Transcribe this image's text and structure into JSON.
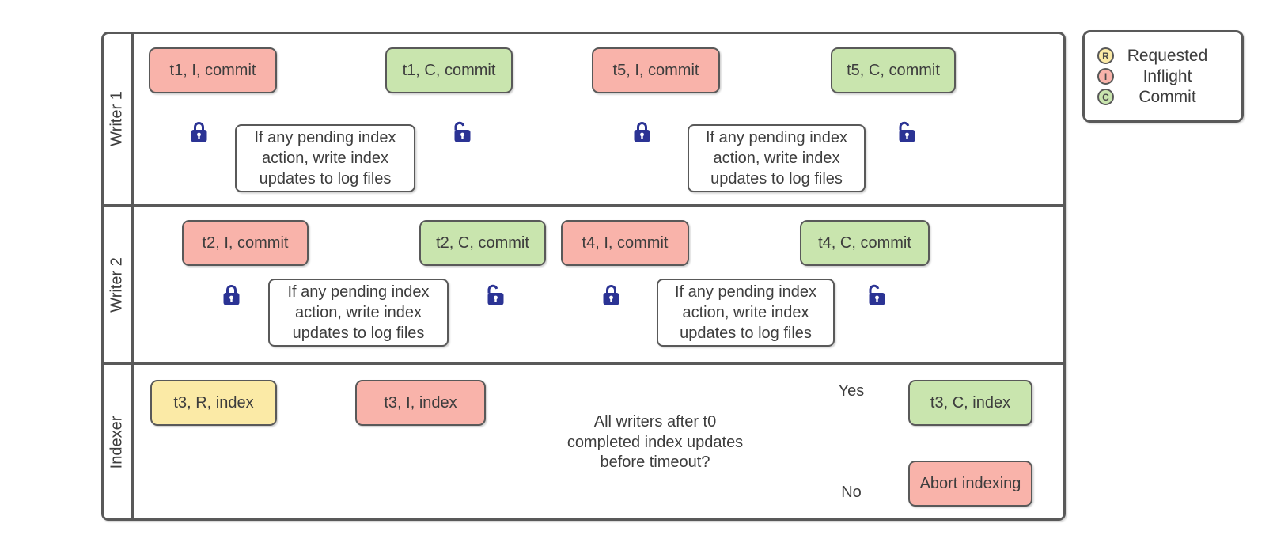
{
  "diagram": {
    "lanes": [
      {
        "label": "Writer 1"
      },
      {
        "label": "Writer 2"
      },
      {
        "label": "Indexer"
      }
    ],
    "nodes": {
      "t1_inflight": "t1, I, commit",
      "t1_commit": "t1, C, commit",
      "t5_inflight": "t5, I, commit",
      "t5_commit": "t5, C, commit",
      "t2_inflight": "t2, I, commit",
      "t2_commit": "t2, C, commit",
      "t4_inflight": "t4, I, commit",
      "t4_commit": "t4, C, commit",
      "t3_requested": "t3, R, index",
      "t3_inflight": "t3, I, index",
      "t3_commit": "t3, C, index",
      "abort": "Abort indexing"
    },
    "process_note": "If any pending index\naction, write index\nupdates to log files",
    "decision_question": "All writers after t0\ncompleted index updates\nbefore timeout?",
    "branch_yes": "Yes",
    "branch_no": "No"
  },
  "legend": {
    "items": [
      {
        "letter": "R",
        "label": "Requested",
        "state": "requested"
      },
      {
        "letter": "I",
        "label": "Inflight",
        "state": "inflight"
      },
      {
        "letter": "C",
        "label": "Commit",
        "state": "commit"
      }
    ]
  },
  "colors": {
    "requested_fill": "#fbeaa6",
    "inflight_fill": "#f9b3aa",
    "commit_fill": "#c9e5ae",
    "process_fill": "#ffffff",
    "shape_border": "#595959",
    "connector": "#666666",
    "lock": "#2b3394",
    "text": "#3d3d3d"
  },
  "icons": {
    "closed_lock": "lock-closed-icon",
    "open_lock": "lock-open-icon"
  }
}
